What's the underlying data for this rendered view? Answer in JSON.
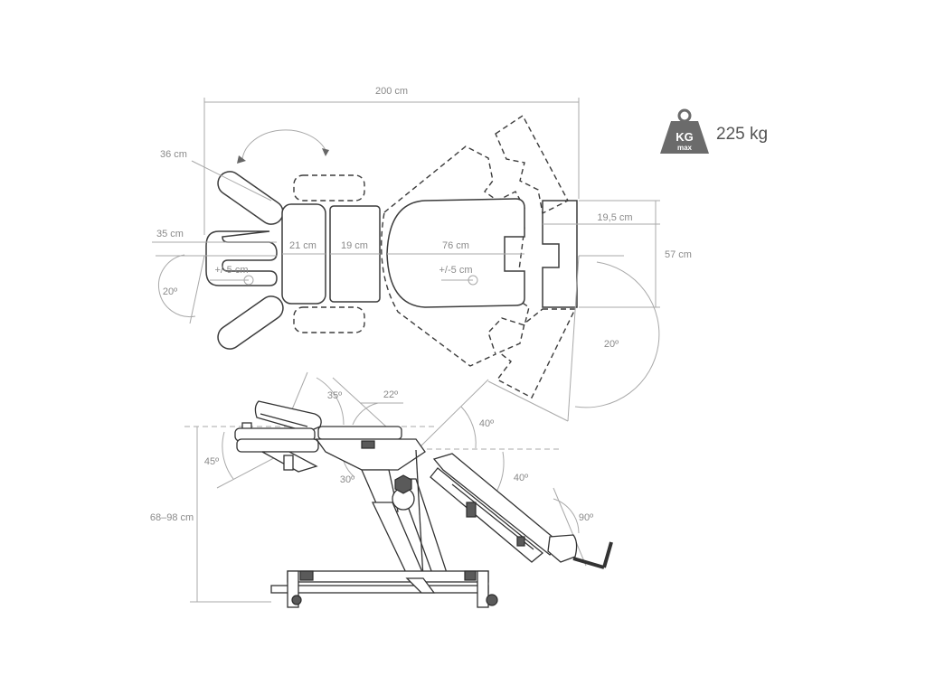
{
  "top_view": {
    "length_total": "200 cm",
    "headrest_width": "36 cm",
    "head_section_width": "35 cm",
    "head_offset": "+/-5 cm",
    "head_angle": "20º",
    "chest_section": "21 cm",
    "arm_section": "19 cm",
    "main_section": "76 cm",
    "main_offset": "+/-5 cm",
    "foot_section": "19,5 cm",
    "width_total": "57 cm",
    "foot_angle": "20º"
  },
  "side_view": {
    "angle_head_up": "35º",
    "angle_chest": "22º",
    "angle_back": "40º",
    "angle_head_down": "45º",
    "angle_pivot": "30º",
    "angle_leg": "40º",
    "angle_foot": "90º",
    "height_range": "68–98 cm"
  },
  "weight_badge": {
    "unit": "KG",
    "sub": "max",
    "capacity": "225 kg",
    "icon": "weight-icon",
    "color": "#6b6b6b"
  }
}
